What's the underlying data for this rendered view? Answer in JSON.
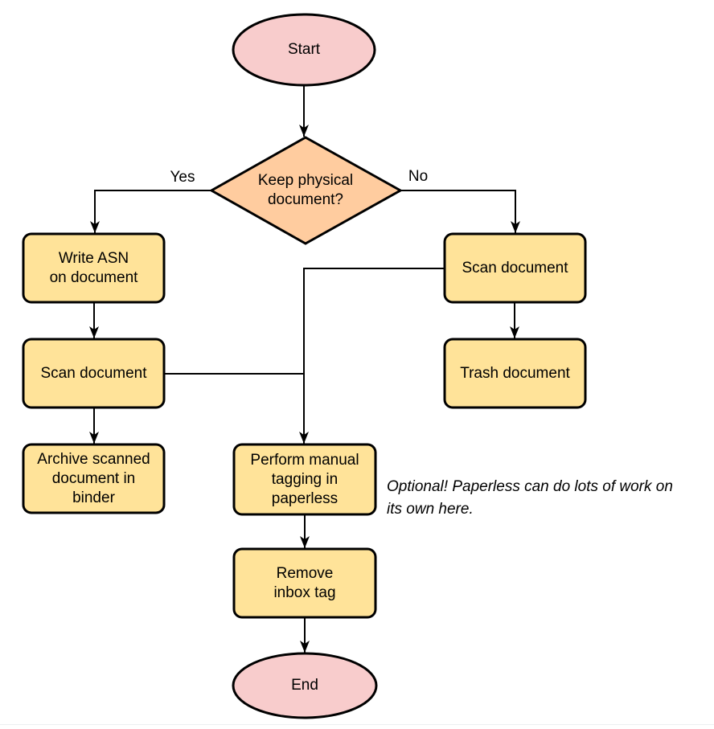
{
  "colors": {
    "terminal_fill": "#f8cccc",
    "decision_fill": "#ffcc9f",
    "process_fill": "#ffe399",
    "stroke": "#000000",
    "background": "#ffffff"
  },
  "nodes": {
    "start": {
      "label": "Start",
      "type": "terminal"
    },
    "decision": {
      "label": "Keep physical\ndocument?",
      "type": "decision"
    },
    "write_asn": {
      "label": "Write ASN\non document",
      "type": "process"
    },
    "scan_left": {
      "label": "Scan document",
      "type": "process"
    },
    "archive": {
      "label": "Archive scanned\ndocument in\nbinder",
      "type": "process"
    },
    "scan_right": {
      "label": "Scan document",
      "type": "process"
    },
    "trash": {
      "label": "Trash document",
      "type": "process"
    },
    "tagging": {
      "label": "Perform manual\ntagging in\npaperless",
      "type": "process"
    },
    "remove_inbox": {
      "label": "Remove\ninbox tag",
      "type": "process"
    },
    "end": {
      "label": "End",
      "type": "terminal"
    }
  },
  "edges": {
    "yes_label": "Yes",
    "no_label": "No"
  },
  "annotation": {
    "text": "Optional! Paperless can do lots of work on\nits own here."
  }
}
